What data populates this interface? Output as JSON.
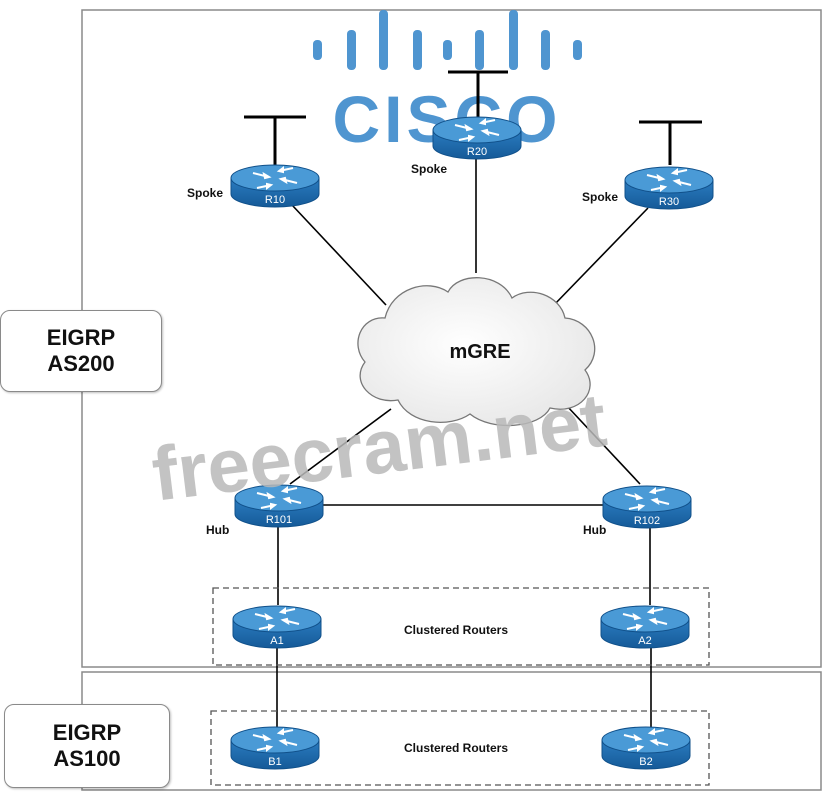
{
  "logo": {
    "text": "CISCO",
    "color": "#4f95d0"
  },
  "watermark": {
    "text": "freecram.net",
    "color": "#b9b9b9"
  },
  "cloud": {
    "label": "mGRE"
  },
  "zones": [
    {
      "line1": "EIGRP",
      "line2": "AS200"
    },
    {
      "line1": "EIGRP",
      "line2": "AS100"
    }
  ],
  "routers": [
    {
      "id": "R10",
      "role": "Spoke"
    },
    {
      "id": "R20",
      "role": "Spoke"
    },
    {
      "id": "R30",
      "role": "Spoke"
    },
    {
      "id": "R101",
      "role": "Hub"
    },
    {
      "id": "R102",
      "role": "Hub"
    },
    {
      "id": "A1",
      "role": ""
    },
    {
      "id": "A2",
      "role": ""
    },
    {
      "id": "B1",
      "role": ""
    },
    {
      "id": "B2",
      "role": ""
    }
  ],
  "clusters": [
    {
      "label": "Clustered Routers"
    },
    {
      "label": "Clustered Routers"
    }
  ],
  "colors": {
    "router_top": "#3a8fd0",
    "router_side": "#1a66a8",
    "line": "#000000",
    "zone_border": "#8a8a8a"
  }
}
